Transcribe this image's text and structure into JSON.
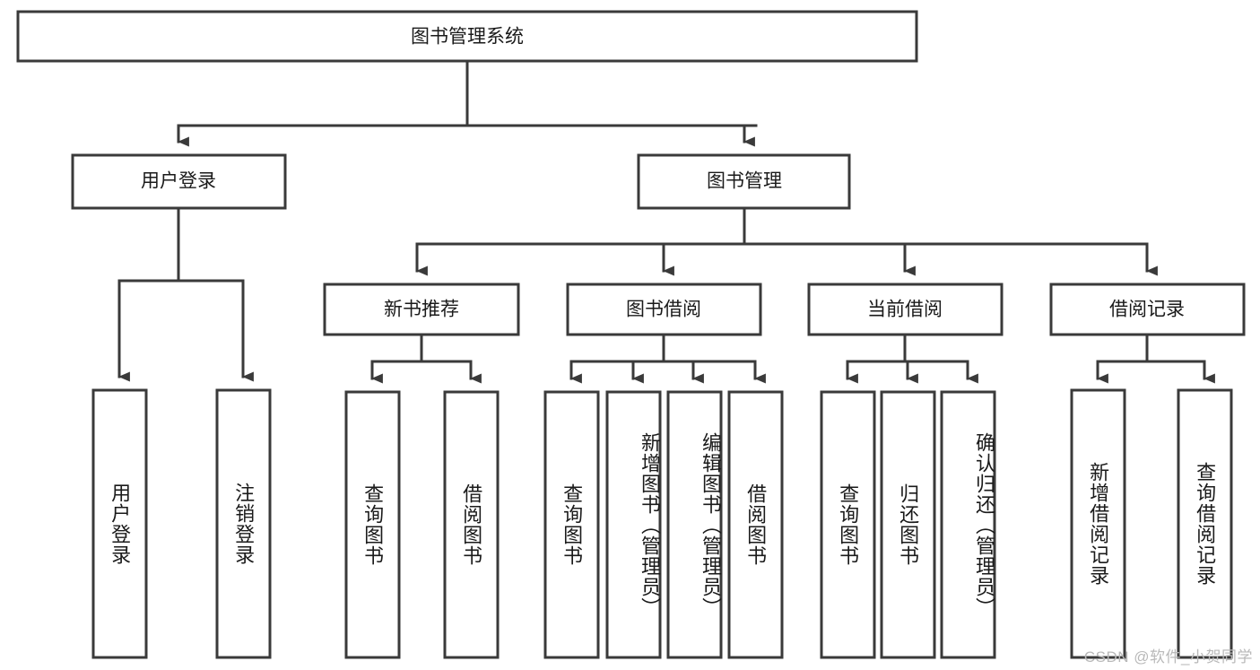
{
  "diagram": {
    "type": "tree",
    "title": "图书管理系统",
    "watermark": "CSDN @软件_小贺同学",
    "colors": {
      "stroke": "#3a3a3a",
      "fill": "#ffffff",
      "text": "#1a1a1a",
      "watermark": "#b9b9b9",
      "background": "#ffffff"
    },
    "root": {
      "label": "图书管理系统"
    },
    "level2": [
      {
        "label": "用户登录"
      },
      {
        "label": "图书管理"
      }
    ],
    "level3": [
      {
        "label": "新书推荐"
      },
      {
        "label": "图书借阅"
      },
      {
        "label": "当前借阅"
      },
      {
        "label": "借阅记录"
      }
    ],
    "leaves": {
      "user_login": [
        {
          "label": "用户登录"
        },
        {
          "label": "注销登录"
        }
      ],
      "new_book_recommend": [
        {
          "label": "查询图书"
        },
        {
          "label": "借阅图书"
        }
      ],
      "book_borrow": [
        {
          "label": "查询图书"
        },
        {
          "label": "新增图书（管理员）"
        },
        {
          "label": "编辑图书（管理员）"
        },
        {
          "label": "借阅图书"
        }
      ],
      "current_borrow": [
        {
          "label": "查询图书"
        },
        {
          "label": "归还图书"
        },
        {
          "label": "确认归还（管理员）"
        }
      ],
      "borrow_record": [
        {
          "label": "新增借阅记录"
        },
        {
          "label": "查询借阅记录"
        }
      ]
    }
  }
}
